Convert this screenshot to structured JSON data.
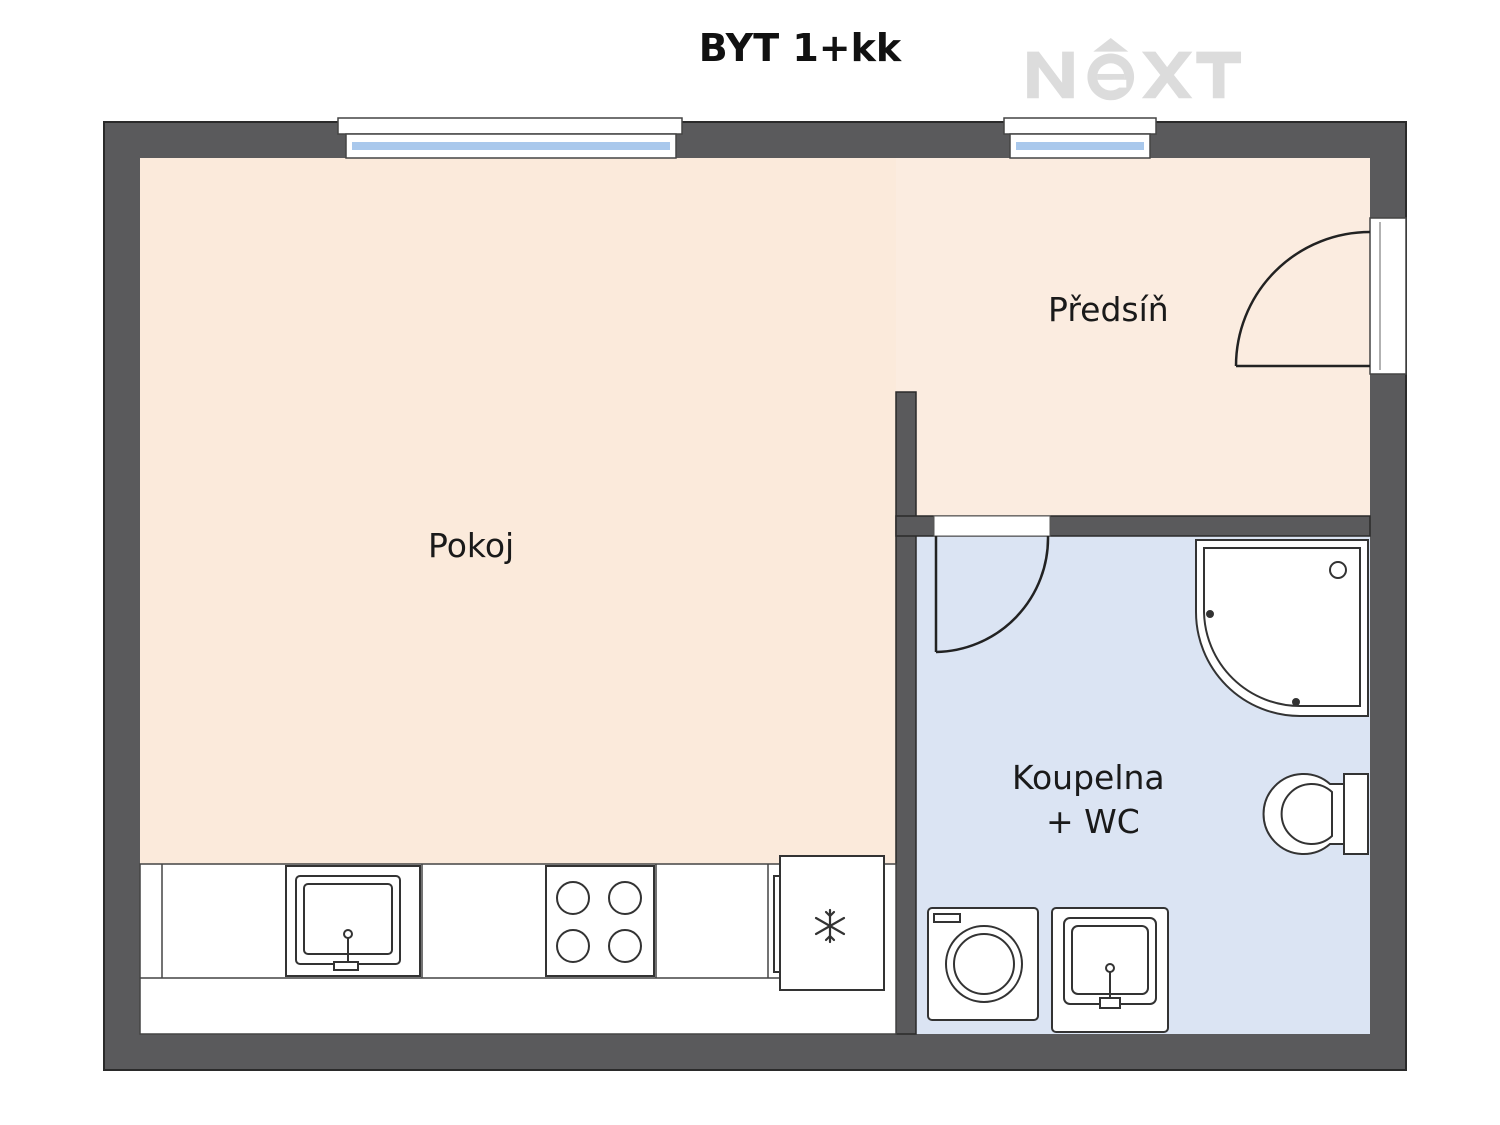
{
  "title": "BYT 1+kk",
  "logo": {
    "text": "NEXT",
    "color": "#dcdcdc"
  },
  "rooms": {
    "pokoj": "Pokoj",
    "predsin": "Předsíň",
    "koupelna_line1": "Koupelna",
    "koupelna_line2": "+ WC"
  },
  "colors": {
    "wall": "#5a5a5c",
    "wall_edge": "#2a2a2a",
    "living_floor": "#fbeadb",
    "hall_floor": "#fbece0",
    "bath_floor": "#dbe4f3",
    "window_glass": "#a9c8ec",
    "fixture": "#ffffff",
    "line": "#222222"
  },
  "icons": {
    "freezer": "snowflake-icon"
  }
}
